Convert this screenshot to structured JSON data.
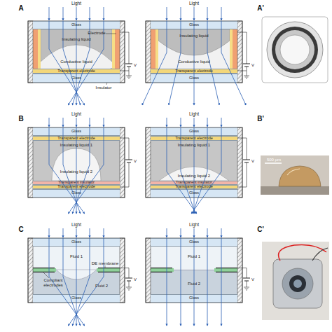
{
  "diagram": {
    "nodes": [
      {
        "text": [
          "Glass"
        ]
      },
      {
        "text": [
          "Transparent electrode"
        ]
      },
      {
        "text": [
          "Glass"
        ]
      },
      {
        "text": [
          "Glass"
        ]
      },
      {
        "text": [
          "Transparent electrode"
        ]
      },
      {
        "text": [
          "Glass"
        ]
      },
      {
        "text": [
          "Glass"
        ]
      },
      {
        "text": [
          "Transparent electrode"
        ]
      },
      {
        "text": [
          "Transparent insulator"
        ]
      },
      {
        "text": [
          "Transparent electrode"
        ]
      },
      {
        "text": [
          "Glass"
        ]
      },
      {
        "text": [
          "Glass"
        ]
      },
      {
        "text": [
          "Transparent electrode"
        ]
      },
      {
        "text": [
          "Transparent insulator"
        ]
      },
      {
        "text": [
          "Transparent electrode"
        ]
      },
      {
        "text": [
          "Glass"
        ]
      },
      {
        "text": [
          "Glass"
        ]
      },
      {
        "text": [
          "Glass"
        ]
      },
      {
        "text": [
          "Glass"
        ]
      },
      {
        "text": [
          "Glass"
        ]
      }
    ],
    "labels": [
      "A",
      "A'",
      "Light",
      "Electrode",
      "Insulating liquid",
      "Conductive liquid",
      "Insulator",
      "V",
      "Light",
      "Insulating liquid",
      "Conductive liquid",
      "V",
      "B",
      "B'",
      "Light",
      "Insulating liquid 1",
      "Insulating liquid 2",
      "V",
      "Light",
      "Insulating liquid 1",
      "Insulating liquid 2",
      "V",
      "500 µm",
      "C",
      "C'",
      "Light",
      "Fluid 1",
      "DE membrane",
      "Fluid 2",
      "Compliant electrodes",
      "V",
      "Light",
      "Fluid 1",
      "Fluid 2",
      "V"
    ]
  }
}
